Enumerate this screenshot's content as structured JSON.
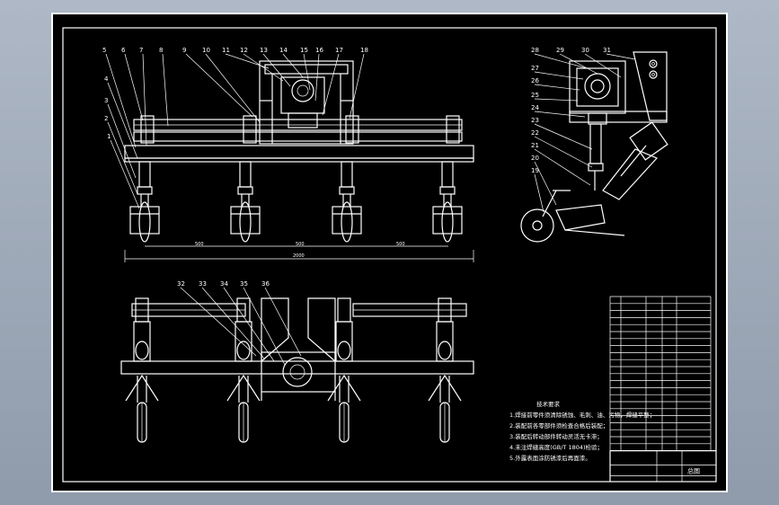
{
  "callouts_front": [
    "1",
    "2",
    "3",
    "4",
    "5",
    "6",
    "7",
    "8",
    "9",
    "10",
    "11",
    "12",
    "13",
    "14",
    "15",
    "16",
    "17",
    "18"
  ],
  "callouts_side": [
    "19",
    "20",
    "21",
    "22",
    "23",
    "24",
    "25",
    "26",
    "27",
    "28",
    "29",
    "30",
    "31"
  ],
  "callouts_top": [
    "32",
    "33",
    "34",
    "35",
    "36"
  ],
  "dimensions": {
    "spacing": "500",
    "total": "2000"
  },
  "notes_title": "技术要求",
  "notes": [
    "1.焊接前零件须清除锈蚀、毛刺、油、污物，焊缝平整；",
    "2.装配前各零部件须检查合格后装配；",
    "3.装配后转动部件转动灵活无卡滞；",
    "4.未注焊缝高度(GB/T 1804)检验；",
    "5.外露表面涂防锈漆后再面漆。"
  ],
  "title_block": {
    "label": "总图"
  }
}
